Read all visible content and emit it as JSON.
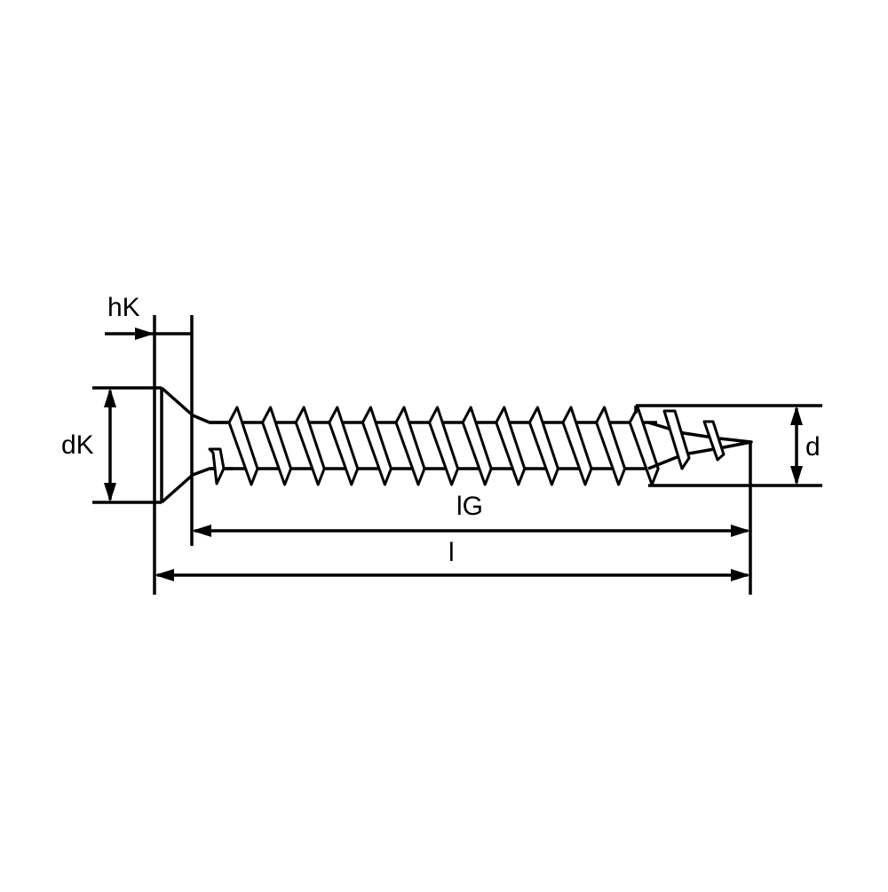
{
  "diagram": {
    "labels": {
      "head_height": "hK",
      "head_diameter": "dK",
      "thread_length": "lG",
      "total_length": "l",
      "diameter": "d"
    },
    "colors": {
      "line": "#000000",
      "background": "#ffffff"
    }
  }
}
